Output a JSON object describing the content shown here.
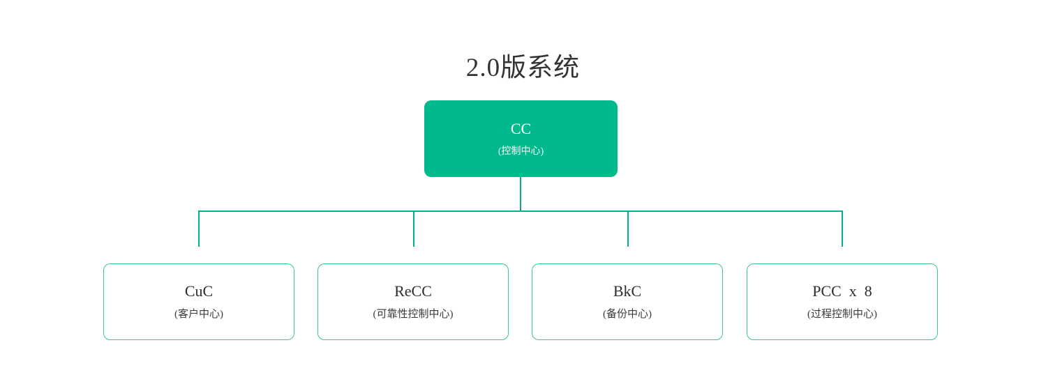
{
  "title": "2.0版系统",
  "colors": {
    "node_fill": "#00b98c",
    "node_border": "#3cc49a",
    "connector": "#00b08c",
    "title_text": "#333333",
    "root_text": "#ffffff",
    "child_text": "#2d2d2d",
    "background": "#ffffff"
  },
  "tree": {
    "root": {
      "label": "CC",
      "sublabel": "(控制中心)"
    },
    "children": [
      {
        "label": "CuC",
        "sublabel": "(客户中心)"
      },
      {
        "label": "ReCC",
        "sublabel": "(可靠性控制中心)"
      },
      {
        "label": "BkC",
        "sublabel": "(备份中心)"
      },
      {
        "label": "PCC  x  8",
        "sublabel": "(过程控制中心)"
      }
    ]
  }
}
